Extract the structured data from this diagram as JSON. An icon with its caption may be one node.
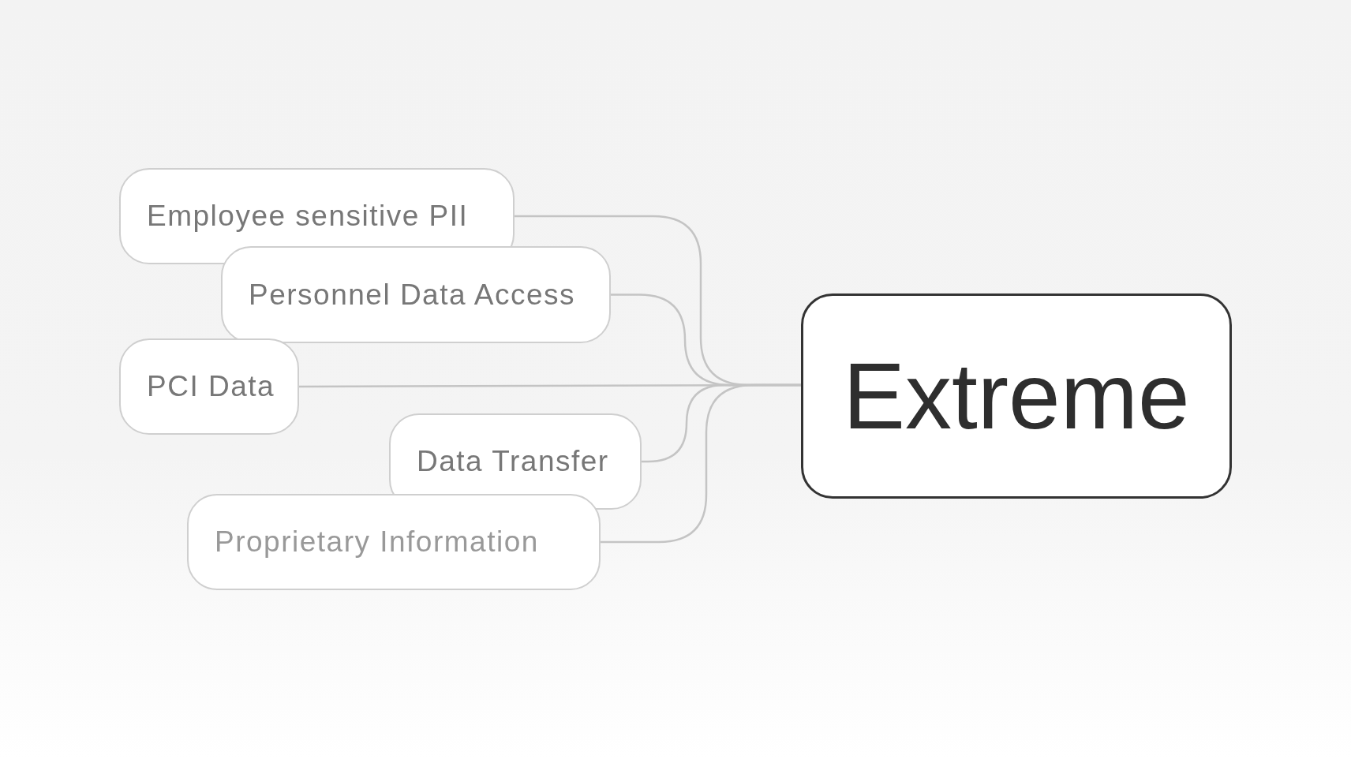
{
  "diagram": {
    "nodes": [
      {
        "text": [
          "Employee sensitive PII"
        ]
      },
      {
        "text": [
          "Personnel Data Access"
        ]
      },
      {
        "text": [
          "PCI Data"
        ]
      },
      {
        "text": [
          "Data Transfer"
        ]
      },
      {
        "text": [
          "Proprietary Information"
        ]
      },
      {
        "text": [
          "Extreme"
        ]
      }
    ],
    "edges": [
      {
        "from": 0,
        "to": 5,
        "arrow": "none"
      },
      {
        "from": 1,
        "to": 5,
        "arrow": "none"
      },
      {
        "from": 2,
        "to": 5,
        "arrow": "none"
      },
      {
        "from": 3,
        "to": 5,
        "arrow": "none"
      },
      {
        "from": 4,
        "to": 5,
        "arrow": "none"
      }
    ]
  }
}
